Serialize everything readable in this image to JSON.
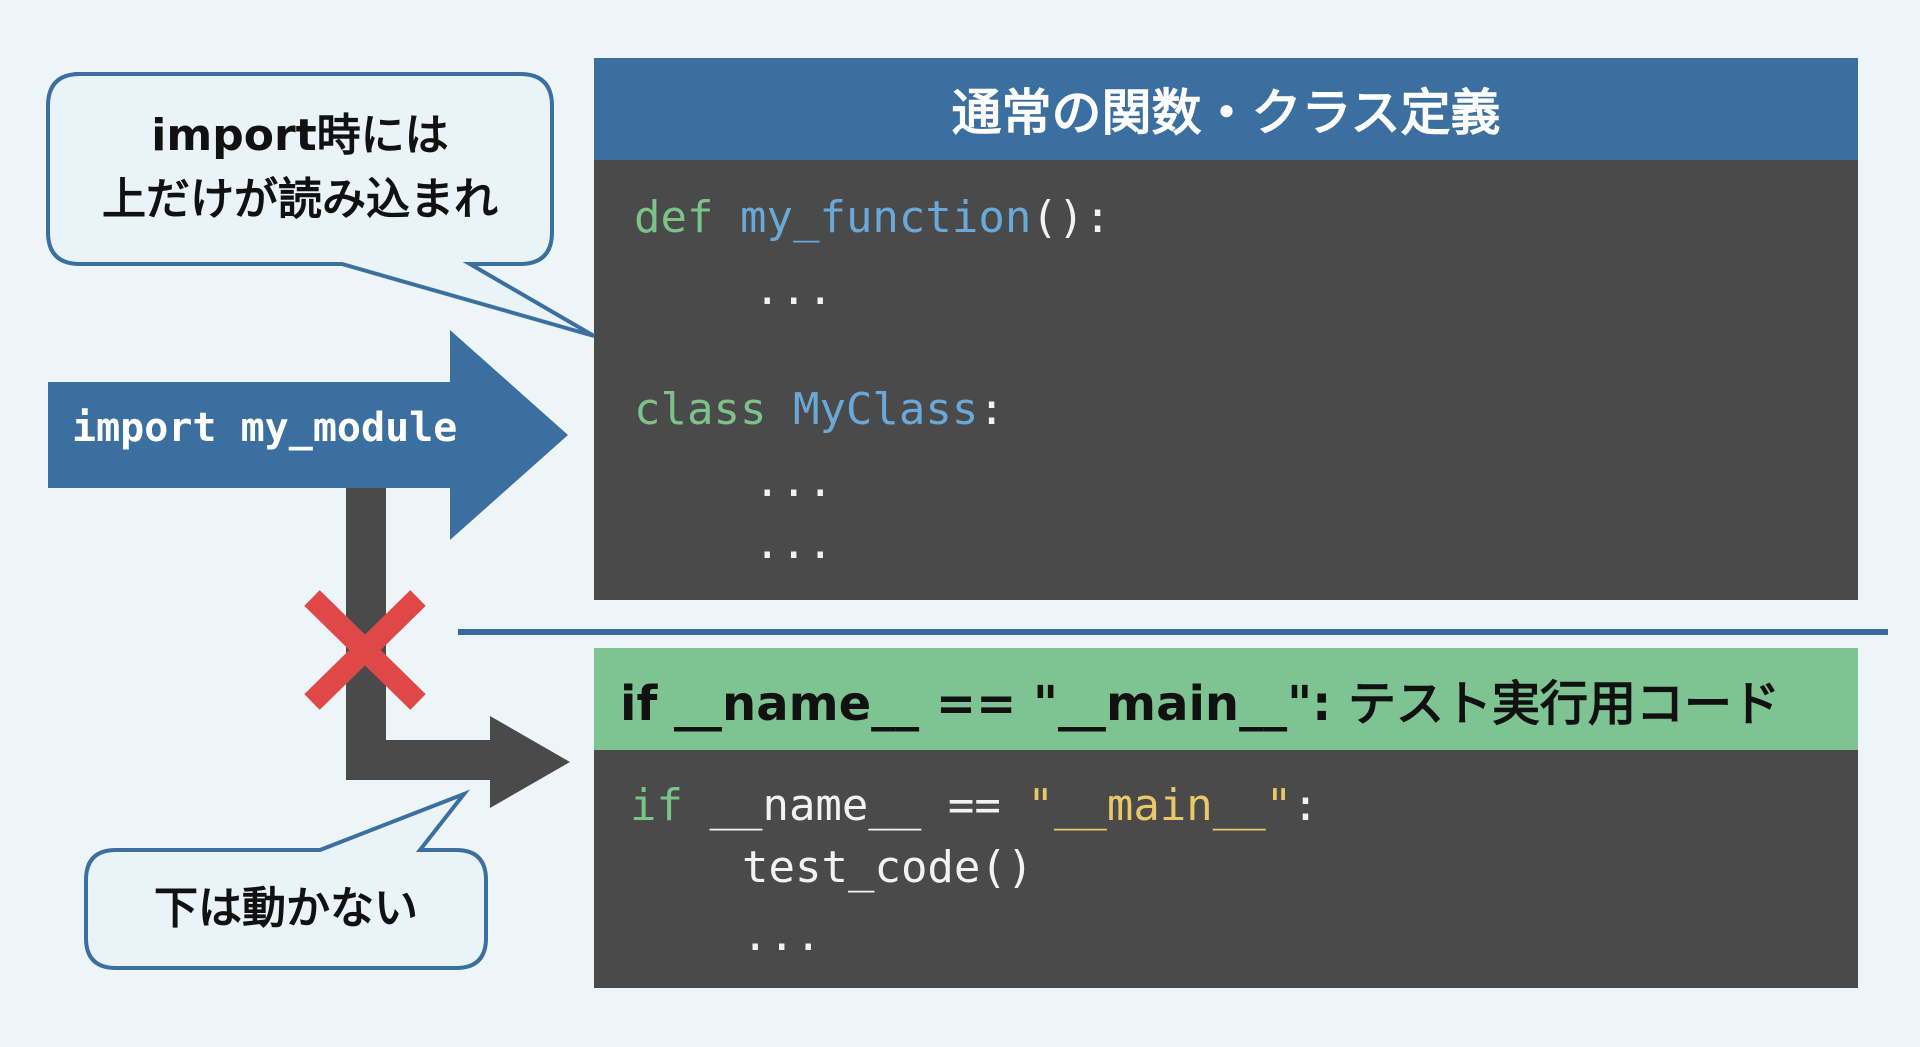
{
  "callout_top": {
    "line1": "import時には",
    "line2": "上だけが読み込まれ"
  },
  "import_arrow": {
    "label": "import my_module"
  },
  "top_panel": {
    "title": "通常の関数・クラス定義",
    "code": {
      "def_kw": "def",
      "def_name": "my_function",
      "def_tail": "():",
      "ellipsis1": "...",
      "class_kw": "class",
      "class_name": "MyClass",
      "class_tail": ":",
      "ellipsis2": "...",
      "ellipsis3": "..."
    }
  },
  "bottom_panel": {
    "title": "if __name__ == \"__main__\": テスト実行用コード",
    "code": {
      "if_kw": "if",
      "if_mid": " __name__ == ",
      "if_str": "\"__main__\"",
      "if_tail": ":",
      "call": "test_code()",
      "ellipsis": "..."
    }
  },
  "callout_bottom": {
    "text": "下は動かない"
  },
  "colors": {
    "blue": "#3a6f9f",
    "green": "#7ec492",
    "dark": "#4a4a4a",
    "red": "#e04848"
  }
}
